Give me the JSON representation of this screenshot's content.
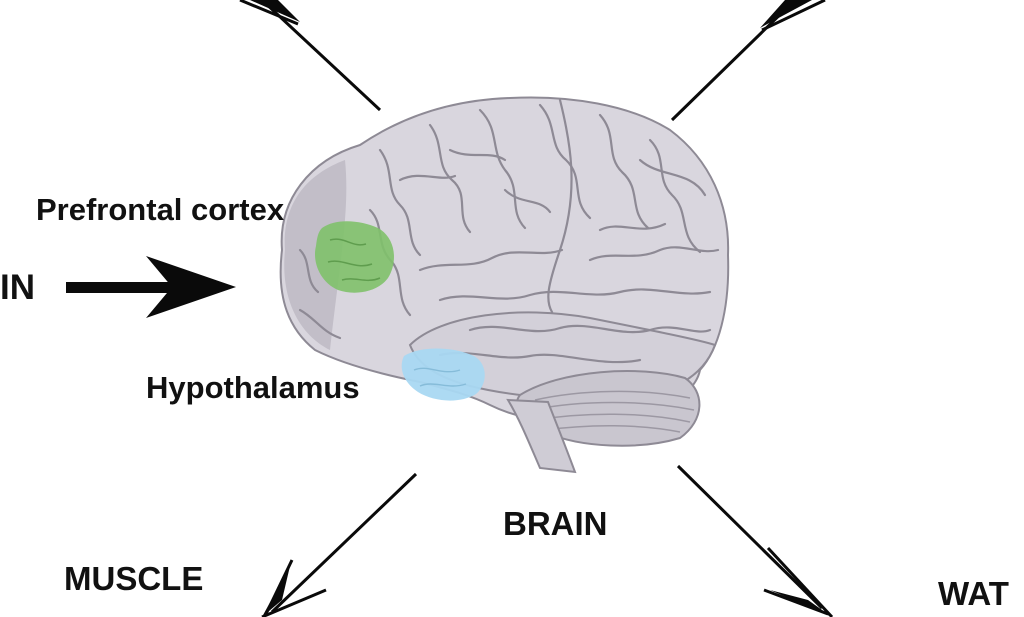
{
  "labels": {
    "prefrontal": "Prefrontal cortex",
    "in": "IN",
    "hypothalamus": "Hypothalamus",
    "brain": "BRAIN",
    "muscle": "MUSCLE",
    "wat": "WAT"
  },
  "colors": {
    "brain_fill": "#d9d6de",
    "brain_dark": "#b9b5c0",
    "sulci": "#8e8a95",
    "prefrontal_region": "#7fc16a",
    "hypothalamus_region": "#a9d8f2",
    "arrow": "#0a0a0a"
  }
}
